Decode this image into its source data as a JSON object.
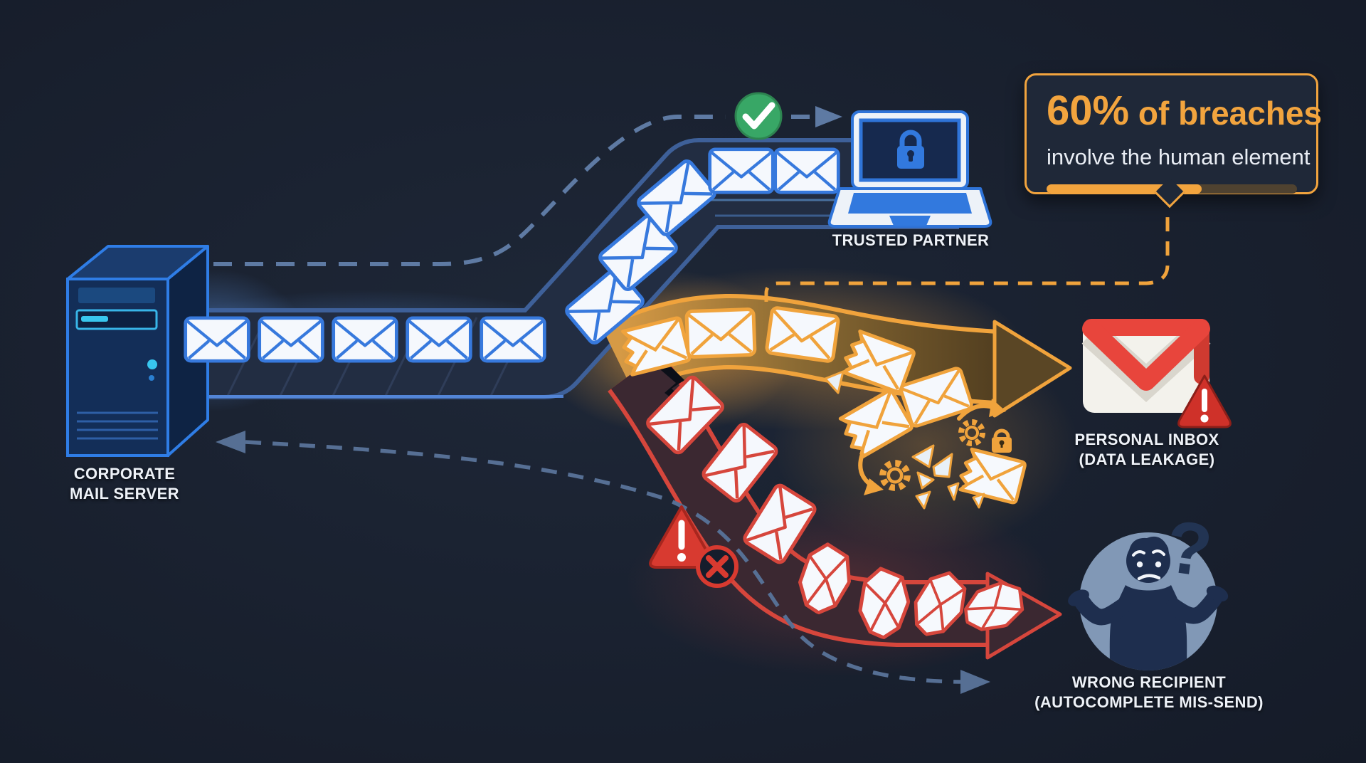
{
  "labels": {
    "server_line1": "CORPORATE",
    "server_line2": "MAIL SERVER",
    "trusted": "TRUSTED PARTNER",
    "personal_line1": "PERSONAL INBOX",
    "personal_line2": "(DATA LEAKAGE)",
    "wrong_line1": "WRONG RECIPIENT",
    "wrong_line2": "(AUTOCOMPLETE MIS-SEND)"
  },
  "callout": {
    "stat": "60%",
    "suffix": " of breaches",
    "line2": "involve the human element",
    "progress_percent": 62
  },
  "icons": {
    "question_mark": "?",
    "list": [
      "mail-server-icon",
      "envelope-icon",
      "check-circle-icon",
      "laptop-lock-icon",
      "gmail-icon",
      "warning-triangle-icon",
      "error-x-icon",
      "gear-icon",
      "padlock-icon",
      "confused-person-icon"
    ]
  },
  "palette": {
    "background": "#1a2231",
    "blue": "#3779dd",
    "orange": "#f2a43e",
    "red": "#d6463c",
    "green": "#38a766",
    "gmail_red": "#e8453c",
    "label_text": "#eef2f8",
    "person_circle": "#8198b6",
    "silhouette": "#1e2e4e"
  }
}
